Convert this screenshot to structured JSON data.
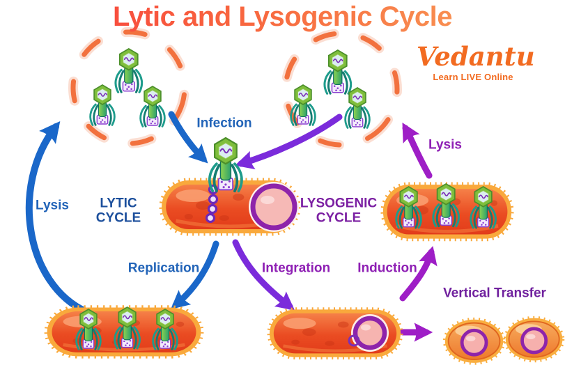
{
  "title": "Lytic and Lysogenic Cycle",
  "brand": {
    "name": "Vedantu",
    "tagline": "Learn LIVE Online"
  },
  "labels": {
    "infection": "Infection",
    "lysis_lytic": "Lysis",
    "lytic_cycle_line1": "LYTIC",
    "lytic_cycle_line2": "CYCLE",
    "replication": "Replication",
    "lysogenic_cycle_line1": "LYSOGENIC",
    "lysogenic_cycle_line2": "CYCLE",
    "integration": "Integration",
    "induction": "Induction",
    "lysis_lysogenic": "Lysis",
    "vertical_transfer": "Vertical Transfer"
  },
  "colors": {
    "title_gradient_start": "#f93a3c",
    "title_gradient_end": "#f9a45b",
    "lytic_arrow_blue": "#1a67c9",
    "lytic_label_blue": "#2264b8",
    "lytic_cycle_navy": "#1c4f9c",
    "lysogenic_violet": "#7b2bdb",
    "lysogenic_magenta": "#9e1ec6",
    "lysogenic_label_purple": "#8e1fb4",
    "vertical_transfer_purple": "#70219e",
    "brand_orange": "#f26b21",
    "cell_rim_orange": "#f9a93c",
    "cell_body_red": "#e8441f",
    "debris_orange": "#f2713e",
    "phage_head_green": "#7fbe3c",
    "phage_leg_teal": "#1e9c8c",
    "plasmid_ring_purple": "#8e24aa",
    "plasmid_fill_pink": "#f6b9b6"
  }
}
